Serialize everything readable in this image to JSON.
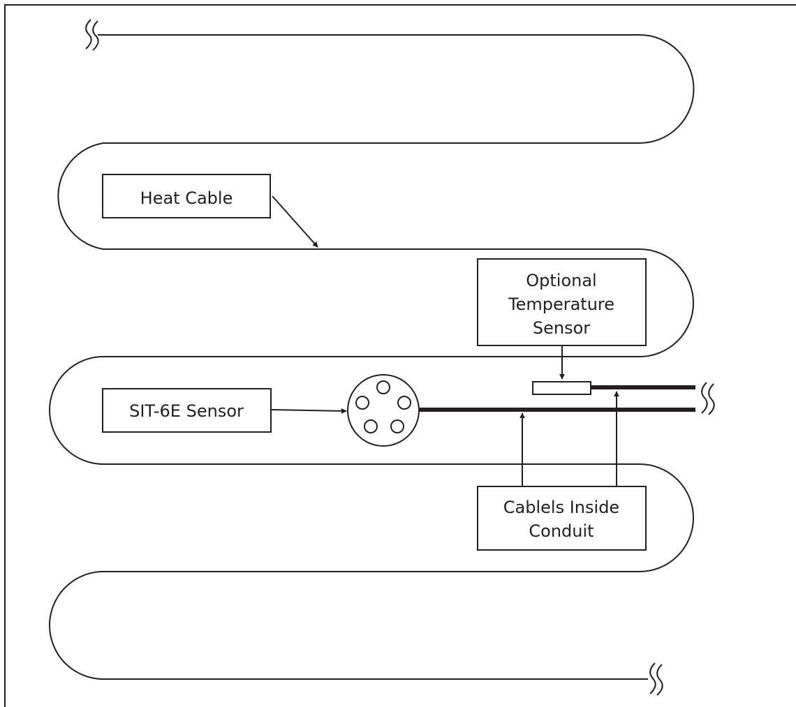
{
  "diagram": {
    "labels": {
      "heat_cable": "Heat Cable",
      "optional_sensor_line1": "Optional",
      "optional_sensor_line2": "Temperature",
      "optional_sensor_line3": "Sensor",
      "sit_sensor": "SIT-6E Sensor",
      "conduit_line1": "Cablels Inside",
      "conduit_line2": "Conduit"
    },
    "colors": {
      "ink": "#231f20",
      "background": "#ffffff"
    }
  }
}
